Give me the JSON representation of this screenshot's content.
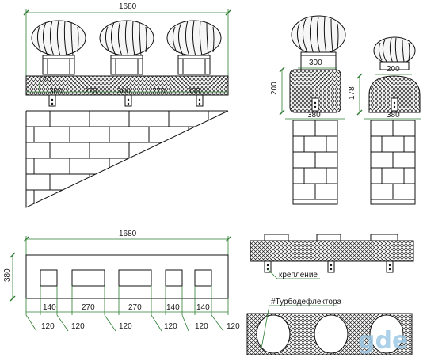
{
  "dimensions": {
    "front_total_width": "1680",
    "front_lip": "120",
    "front_segments": [
      "300",
      "270",
      "300",
      "270",
      "300"
    ],
    "side_cap_height": "200",
    "side_opening": "300",
    "side_width": "380",
    "right_cap_height": "178",
    "right_opening": "200",
    "right_width": "380",
    "plan_total_width": "1680",
    "plan_height": "380",
    "plan_openings": [
      "140",
      "270",
      "270",
      "140",
      "140"
    ],
    "plan_gaps": [
      "120",
      "120",
      "120",
      "120",
      "120",
      "120"
    ]
  },
  "labels": {
    "mount": "крепление",
    "turbo": "#Турбодефлектора"
  },
  "watermark": "gde"
}
